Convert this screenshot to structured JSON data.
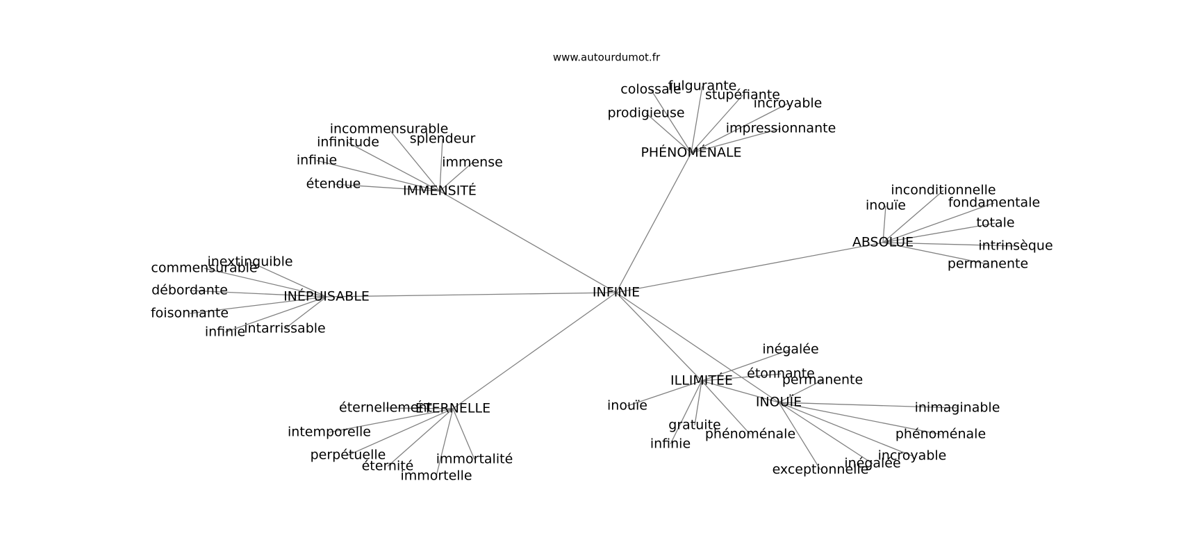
{
  "source": "www.autourdumot.fr",
  "graph": {
    "center": "INFINIE",
    "hubs": [
      {
        "id": "immensite",
        "label": "IMMENSITÉ",
        "words": [
          "incommensurable",
          "splendeur",
          "infinitude",
          "immense",
          "infinie",
          "étendue"
        ]
      },
      {
        "id": "phenomenale",
        "label": "PHÉNOMÉNALE",
        "words": [
          "colossale",
          "fulgurante",
          "stupéfiante",
          "incroyable",
          "prodigieuse",
          "impressionnante"
        ]
      },
      {
        "id": "absolue",
        "label": "ABSOLUE",
        "words": [
          "inconditionnelle",
          "inouïe",
          "fondamentale",
          "totale",
          "intrinsèque",
          "permanente"
        ]
      },
      {
        "id": "inepuisable",
        "label": "INÉPUISABLE",
        "words": [
          "inextinguible",
          "commensurable",
          "débordante",
          "foisonnante",
          "intarrissable",
          "infinie"
        ]
      },
      {
        "id": "eternelle",
        "label": "ÉTERNELLE",
        "words": [
          "éternellement",
          "intemporelle",
          "perpétuelle",
          "éternité",
          "immortalité",
          "immortelle"
        ]
      },
      {
        "id": "illimitee",
        "label": "ILLIMITÉE",
        "words": [
          "inégalée",
          "inouïe",
          "gratuite",
          "infinie",
          "phénoménale",
          "étonnante"
        ]
      },
      {
        "id": "inouie",
        "label": "INOUÏE",
        "words": [
          "permanente",
          "inimaginable",
          "phénoménale",
          "incroyable",
          "inégalée",
          "exceptionnelle"
        ]
      }
    ]
  }
}
